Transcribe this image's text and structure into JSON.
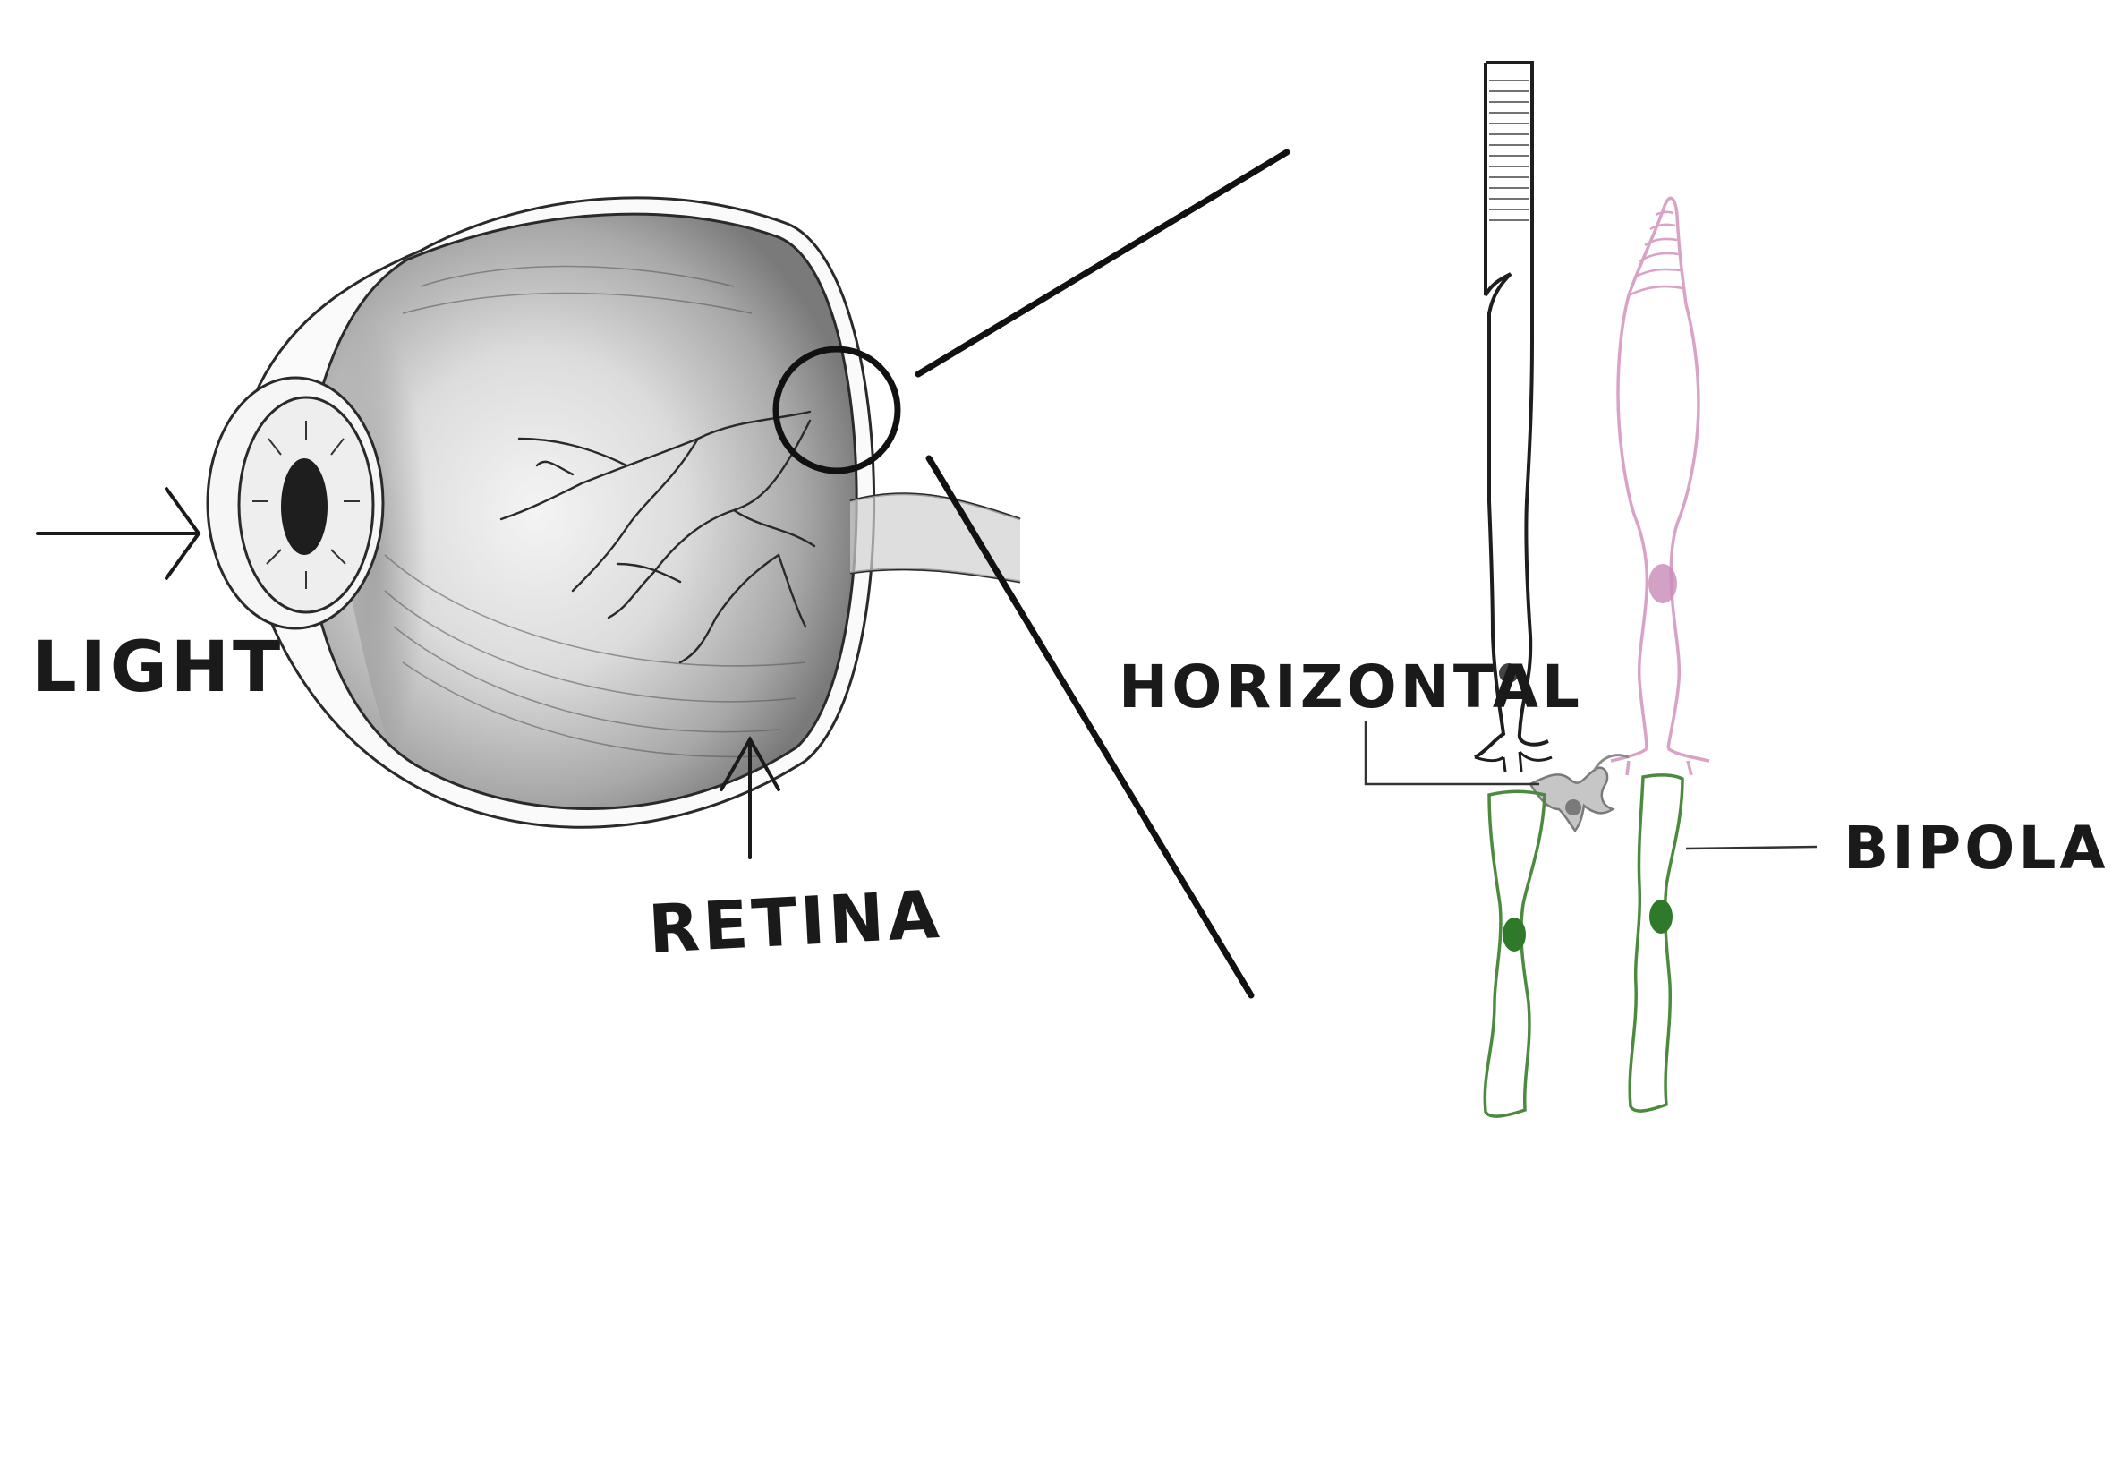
{
  "labels": {
    "light": "LIGHT",
    "retina": "RETINA",
    "horizontal": "HORIZONTAL",
    "bipolar": "BIPOLAR"
  },
  "colors": {
    "ink": "#1a1a1a",
    "rod_outline": "#2a2a2a",
    "cone_outline": "#d9a3c8",
    "cone_nucleus": "#c98ab8",
    "bipolar_outline": "#4c8a3e",
    "bipolar_nucleus": "#2f7a2a",
    "horizontal_cell": "#9a9a9a",
    "eye_shading": "#6e6e6e"
  }
}
